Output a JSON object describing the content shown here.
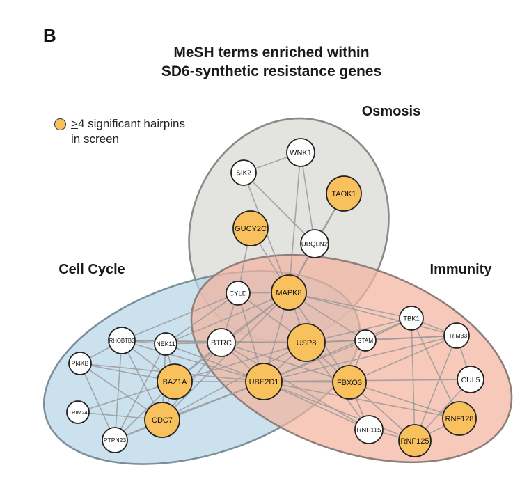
{
  "panel_letter": "B",
  "title_lines": [
    "MeSH terms enriched within",
    "SD6-synthetic resistance genes"
  ],
  "legend": {
    "ge_symbol": ">",
    "line1_rest": "4 significant hairpins",
    "line2": "in screen",
    "highlight_color": "#f8c15e"
  },
  "groups": [
    {
      "id": "osmosis",
      "label": "Osmosis",
      "fill": "#d8d8d4",
      "stroke": "#8a8a8a"
    },
    {
      "id": "cell-cycle",
      "label": "Cell Cycle",
      "fill": "#b7d6e6",
      "stroke": "#7b8f9a"
    },
    {
      "id": "immunity",
      "label": "Immunity",
      "fill": "#f2b4a0",
      "stroke": "#8f7f7a"
    }
  ],
  "colors": {
    "highlighted": "#f8c15e",
    "normal": "#ffffff",
    "edge": "#9a9a9a",
    "node_stroke": "#222222"
  },
  "nodes": [
    {
      "id": "WNK1",
      "label": "WNK1",
      "highlighted": false
    },
    {
      "id": "SIK2",
      "label": "SIK2",
      "highlighted": false
    },
    {
      "id": "TAOK1",
      "label": "TAOK1",
      "highlighted": true
    },
    {
      "id": "GUCY2C",
      "label": "GUCY2C",
      "highlighted": true
    },
    {
      "id": "UBQLN2",
      "label": "UBQLN2",
      "highlighted": false
    },
    {
      "id": "CYLD",
      "label": "CYLD",
      "highlighted": false
    },
    {
      "id": "MAPK8",
      "label": "MAPK8",
      "highlighted": true
    },
    {
      "id": "BTRC",
      "label": "BTRC",
      "highlighted": false
    },
    {
      "id": "USP8",
      "label": "USP8",
      "highlighted": true
    },
    {
      "id": "UBE2D1",
      "label": "UBE2D1",
      "highlighted": true
    },
    {
      "id": "RHOBTB3",
      "label": "RHOBTB3",
      "highlighted": false
    },
    {
      "id": "NEK11",
      "label": "NEK11",
      "highlighted": false
    },
    {
      "id": "PI4KB",
      "label": "PI4KB",
      "highlighted": false
    },
    {
      "id": "BAZ1A",
      "label": "BAZ1A",
      "highlighted": true
    },
    {
      "id": "TRIM24",
      "label": "TRIM24",
      "highlighted": false
    },
    {
      "id": "CDC7",
      "label": "CDC7",
      "highlighted": true
    },
    {
      "id": "PTPN23",
      "label": "PTPN23",
      "highlighted": false
    },
    {
      "id": "TBK1",
      "label": "TBK1",
      "highlighted": false
    },
    {
      "id": "TRIM33",
      "label": "TRIM33",
      "highlighted": false
    },
    {
      "id": "STAM",
      "label": "STAM",
      "highlighted": false
    },
    {
      "id": "CUL5",
      "label": "CUL5",
      "highlighted": false
    },
    {
      "id": "FBXO3",
      "label": "FBXO3",
      "highlighted": true
    },
    {
      "id": "RNF128",
      "label": "RNF128",
      "highlighted": true
    },
    {
      "id": "RNF115",
      "label": "RNF115",
      "highlighted": false
    },
    {
      "id": "RNF125",
      "label": "RNF125",
      "highlighted": true
    }
  ],
  "edges": [
    [
      "SIK2",
      "WNK1"
    ],
    [
      "SIK2",
      "MAPK8"
    ],
    [
      "SIK2",
      "UBQLN2"
    ],
    [
      "WNK1",
      "MAPK8"
    ],
    [
      "WNK1",
      "UBQLN2"
    ],
    [
      "TAOK1",
      "UBQLN2"
    ],
    [
      "TAOK1",
      "MAPK8"
    ],
    [
      "GUCY2C",
      "MAPK8"
    ],
    [
      "GUCY2C",
      "CYLD"
    ],
    [
      "UBQLN2",
      "MAPK8"
    ],
    [
      "CYLD",
      "MAPK8"
    ],
    [
      "CYLD",
      "BTRC"
    ],
    [
      "CYLD",
      "USP8"
    ],
    [
      "CYLD",
      "UBE2D1"
    ],
    [
      "CYLD",
      "NEK11"
    ],
    [
      "CYLD",
      "RHOBTB3"
    ],
    [
      "MAPK8",
      "BTRC"
    ],
    [
      "MAPK8",
      "USP8"
    ],
    [
      "MAPK8",
      "UBE2D1"
    ],
    [
      "MAPK8",
      "STAM"
    ],
    [
      "MAPK8",
      "TBK1"
    ],
    [
      "MAPK8",
      "TRIM33"
    ],
    [
      "MAPK8",
      "FBXO3"
    ],
    [
      "MAPK8",
      "BAZ1A"
    ],
    [
      "MAPK8",
      "CDC7"
    ],
    [
      "MAPK8",
      "NEK11"
    ],
    [
      "BTRC",
      "USP8"
    ],
    [
      "BTRC",
      "UBE2D1"
    ],
    [
      "BTRC",
      "RHOBTB3"
    ],
    [
      "BTRC",
      "NEK11"
    ],
    [
      "BTRC",
      "BAZ1A"
    ],
    [
      "BTRC",
      "CDC7"
    ],
    [
      "BTRC",
      "FBXO3"
    ],
    [
      "BTRC",
      "RNF115"
    ],
    [
      "USP8",
      "UBE2D1"
    ],
    [
      "USP8",
      "STAM"
    ],
    [
      "USP8",
      "TBK1"
    ],
    [
      "USP8",
      "TRIM33"
    ],
    [
      "USP8",
      "FBXO3"
    ],
    [
      "USP8",
      "BAZ1A"
    ],
    [
      "USP8",
      "CDC7"
    ],
    [
      "USP8",
      "RNF115"
    ],
    [
      "UBE2D1",
      "BAZ1A"
    ],
    [
      "UBE2D1",
      "CDC7"
    ],
    [
      "UBE2D1",
      "PTPN23"
    ],
    [
      "UBE2D1",
      "NEK11"
    ],
    [
      "UBE2D1",
      "RHOBTB3"
    ],
    [
      "UBE2D1",
      "PI4KB"
    ],
    [
      "UBE2D1",
      "FBXO3"
    ],
    [
      "UBE2D1",
      "STAM"
    ],
    [
      "UBE2D1",
      "TBK1"
    ],
    [
      "UBE2D1",
      "TRIM33"
    ],
    [
      "UBE2D1",
      "CUL5"
    ],
    [
      "UBE2D1",
      "RNF128"
    ],
    [
      "UBE2D1",
      "RNF125"
    ],
    [
      "UBE2D1",
      "RNF115"
    ],
    [
      "RHOBTB3",
      "NEK11"
    ],
    [
      "RHOBTB3",
      "PI4KB"
    ],
    [
      "RHOBTB3",
      "BAZ1A"
    ],
    [
      "RHOBTB3",
      "CDC7"
    ],
    [
      "RHOBTB3",
      "PTPN23"
    ],
    [
      "RHOBTB3",
      "USP8"
    ],
    [
      "NEK11",
      "BAZ1A"
    ],
    [
      "NEK11",
      "CDC7"
    ],
    [
      "NEK11",
      "PTPN23"
    ],
    [
      "PI4KB",
      "BAZ1A"
    ],
    [
      "PI4KB",
      "PTPN23"
    ],
    [
      "PI4KB",
      "CDC7"
    ],
    [
      "TRIM24",
      "BAZ1A"
    ],
    [
      "TRIM24",
      "CDC7"
    ],
    [
      "BAZ1A",
      "CDC7"
    ],
    [
      "BAZ1A",
      "PTPN23"
    ],
    [
      "CDC7",
      "PTPN23"
    ],
    [
      "TBK1",
      "TRIM33"
    ],
    [
      "TBK1",
      "STAM"
    ],
    [
      "TBK1",
      "RNF128"
    ],
    [
      "TBK1",
      "RNF125"
    ],
    [
      "TRIM33",
      "STAM"
    ],
    [
      "TRIM33",
      "CUL5"
    ],
    [
      "TRIM33",
      "FBXO3"
    ],
    [
      "TRIM33",
      "RNF125"
    ],
    [
      "STAM",
      "FBXO3"
    ],
    [
      "FBXO3",
      "RNF115"
    ],
    [
      "FBXO3",
      "RNF125"
    ],
    [
      "FBXO3",
      "RNF128"
    ],
    [
      "CUL5",
      "RNF125"
    ],
    [
      "RNF115",
      "RNF125"
    ],
    [
      "RNF125",
      "RNF128"
    ]
  ]
}
